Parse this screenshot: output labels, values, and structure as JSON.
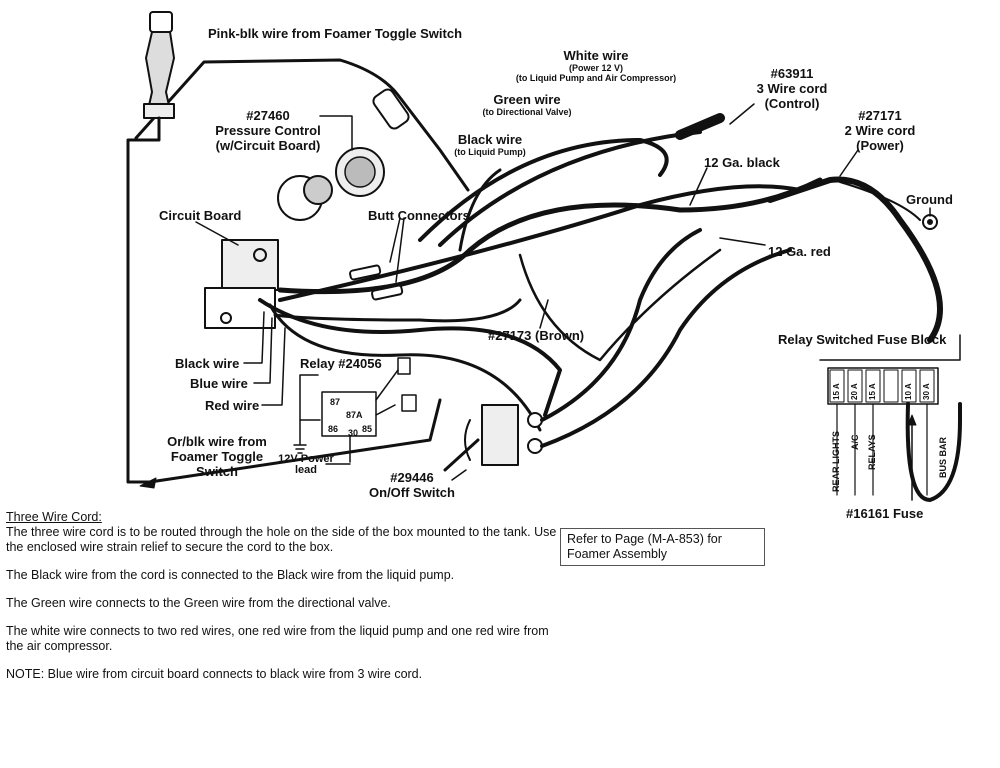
{
  "labels": {
    "pink_blk_wire": "Pink-blk wire from Foamer Toggle Switch",
    "white_wire": "White wire",
    "white_wire_sub1": "(Power 12 V)",
    "white_wire_sub2": "(to Liquid Pump and Air Compressor)",
    "green_wire": "Green wire",
    "green_wire_sub": "(to Directional Valve)",
    "black_wire_top": "Black wire",
    "black_wire_top_sub": "(to Liquid Pump)",
    "part_63911": "#63911",
    "three_wire_cord": "3 Wire cord",
    "control": "(Control)",
    "part_27171": "#27171",
    "two_wire_cord": "2 Wire cord",
    "power": "(Power)",
    "part_27460": "#27460",
    "pressure_control": "Pressure Control",
    "with_circuit_board": "(w/Circuit Board)",
    "circuit_board": "Circuit Board",
    "butt_connectors": "Butt Connectors",
    "ga12_black": "12 Ga. black",
    "ground": "Ground",
    "ga12_red": "12 Ga. red",
    "part_27173": "#27173 (Brown)",
    "relay_fuse_block": "Relay Switched Fuse Block",
    "black_wire": "Black wire",
    "blue_wire": "Blue wire",
    "red_wire": "Red wire",
    "relay": "Relay #24056",
    "relay_87": "87",
    "relay_87a": "87A",
    "relay_86": "86",
    "relay_30": "30",
    "relay_85": "85",
    "or_blk_wire": "Or/blk wire from",
    "foamer_toggle": "Foamer Toggle",
    "switch_word": "Switch",
    "power_lead_1": "12V Power",
    "power_lead_2": "lead",
    "part_29446": "#29446",
    "on_off_switch": "On/Off Switch",
    "fuse_16161": "#16161 Fuse",
    "fuse_circuits": [
      "REAR LIGHTS",
      "A/C",
      "RELAYS",
      "",
      "BUS BAR",
      ""
    ],
    "fuse_ratings": [
      "15 A",
      "20 A",
      "15 A",
      "",
      "10 A",
      "30 A"
    ]
  },
  "notes": {
    "heading": "Three Wire Cord:",
    "p1": "The three wire cord is to be routed through the hole on the side of the box mounted to the tank.  Use the enclosed wire strain relief to secure the cord to the box.",
    "p2": "The Black wire from the cord is connected to the Black wire from the liquid pump.",
    "p3": "The Green wire connects to the Green wire from the directional valve.",
    "p4": "The white wire connects to two red wires, one red wire from the liquid pump and one red wire from the air compressor.",
    "p5": "NOTE:  Blue wire from circuit board connects to black wire from 3 wire cord."
  },
  "reference": "Refer to Page (M-A-853) for Foamer Assembly"
}
